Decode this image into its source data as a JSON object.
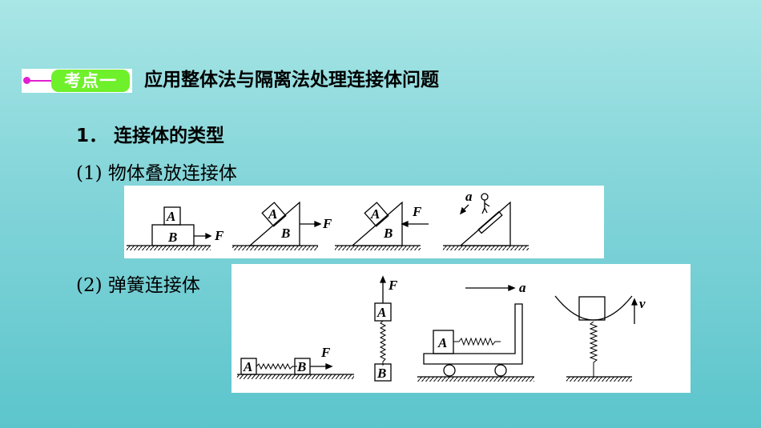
{
  "header": {
    "badge": "考点一",
    "title": "应用整体法与隔离法处理连接体问题"
  },
  "section": {
    "heading": "1． 连接体的类型",
    "sub1": "(1) 物体叠放连接体",
    "sub2": "(2) 弹簧连接体"
  },
  "figure1": {
    "labels": {
      "A": "A",
      "B": "B",
      "F": "F",
      "a": "a"
    }
  },
  "figure2": {
    "labels": {
      "A": "A",
      "B": "B",
      "F": "F",
      "a": "a",
      "v": "v"
    }
  },
  "colors": {
    "badge": "#6ef02a",
    "accent": "#e020d0"
  }
}
